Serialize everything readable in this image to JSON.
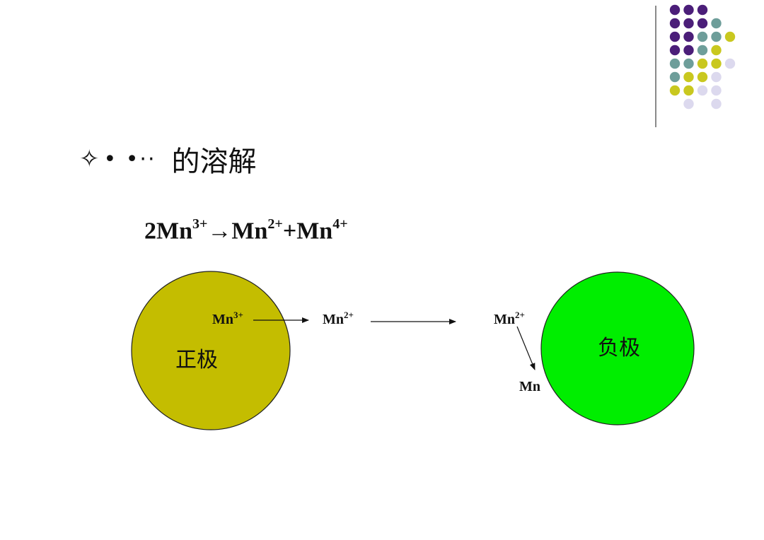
{
  "slide": {
    "title": {
      "bullet_icon": "✧",
      "prefix": "• •··",
      "text": "的溶解"
    },
    "equation": {
      "reactant_coeff": "2Mn",
      "reactant_charge": "3+",
      "arrow": "→",
      "product1": "Mn",
      "product1_charge": "2+",
      "plus": "+",
      "product2": "Mn",
      "product2_charge": "4+"
    },
    "diagram": {
      "cathode": {
        "label": "正极",
        "color": "#c4bd00"
      },
      "anode": {
        "label": "负极",
        "color": "#00ee00"
      },
      "ion_in_cathode": {
        "symbol": "Mn",
        "charge": "3+"
      },
      "ion_in_solution": {
        "symbol": "Mn",
        "charge": "2+"
      },
      "ion_at_anode": {
        "symbol": "Mn",
        "charge": "2+"
      },
      "deposited_metal": {
        "symbol": "Mn"
      }
    },
    "decoration": {
      "dot_colors": {
        "purple": "#4b1e79",
        "teal": "#6e9e9a",
        "yellow": "#c9c81f",
        "lavender": "#dcd9ee"
      },
      "divider_color": "#8a8a8a"
    }
  }
}
